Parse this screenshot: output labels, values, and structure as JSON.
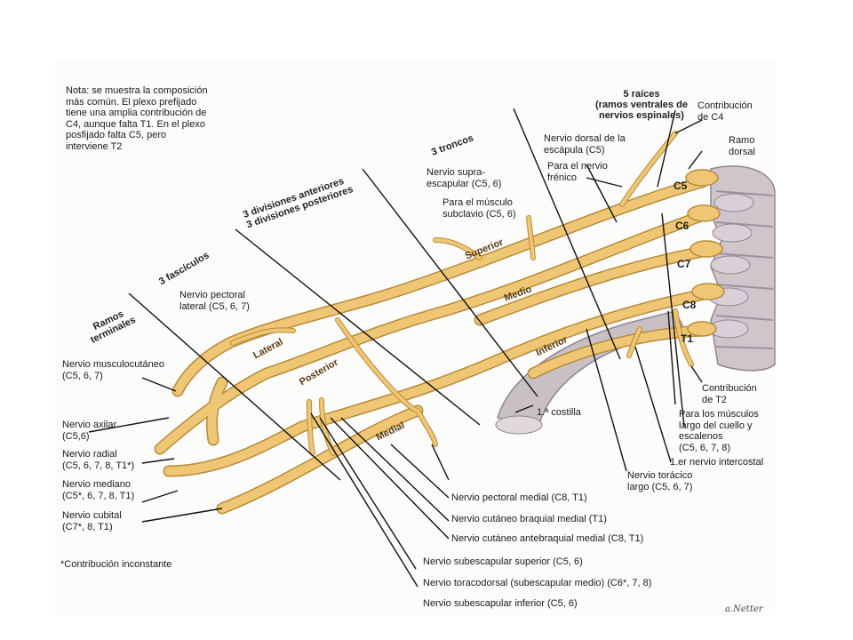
{
  "note": "Nota: se muestra la composición\nmás común. El plexo prefijado\ntiene una amplia contribución de\nC4, aunque falta T1. En el plexo\nposfijado falta C5, pero\ninterviene T2",
  "footnote": "*Contribución inconstante",
  "headings": {
    "roots": "5 raíces\n(ramos ventrales de\nnervios espinales)",
    "trunks": "3 troncos",
    "divisions": "3 divisiones anteriores\n3 divisiones posteriores",
    "cords": "3 fascículos",
    "terminals": "Ramos\nterminales"
  },
  "root_labels": [
    "C5",
    "C6",
    "C7",
    "C8",
    "T1"
  ],
  "trunk_labels": {
    "superior": "Superior",
    "medio": "Medio",
    "inferior": "Inferior"
  },
  "cord_labels": {
    "lateral": "Lateral",
    "posterior": "Posterior",
    "medial": "Medial"
  },
  "labels": {
    "contrib_c4": "Contribución\nde C4",
    "ramo_dorsal": "Ramo\ndorsal",
    "dorsal_escapula": "Nervio dorsal de la\nescápula (C5)",
    "frenico": "Para el nervio\nfrénico",
    "supraescapular": "Nervio supra-\nescapular (C5, 6)",
    "subclavio": "Para el músculo\nsubclavio (C5, 6)",
    "pectoral_lateral": "Nervio pectoral\nlateral (C5, 6, 7)",
    "musculocutaneo": "Nervio musculocutáneo\n(C5, 6, 7)",
    "axilar": "Nervio axilar\n(C5,6)",
    "radial": "Nervio radial\n(C5, 6, 7, 8, T1*)",
    "mediano": "Nervio mediano\n(C5*, 6, 7, 8, T1)",
    "cubital": "Nervio cubital\n(C7*, 8, T1)",
    "primera_costilla": "1.ª costilla",
    "contrib_t2": "Contribución\nde T2",
    "largo_cuello": "Para los músculos\nlargo del cuello y\nescalenos\n(C5, 6, 7, 8)",
    "intercostal": "1.er nervio intercostal",
    "toracico_largo": "Nervio torácico\nlargo (C5, 6, 7)",
    "pectoral_medial": "Nervio pectoral medial (C8, T1)",
    "cutaneo_braquial": "Nervio cutáneo braquial medial (T1)",
    "cutaneo_antebraquial": "Nervio cutáneo antebraquial medial (C8, T1)",
    "subescapular_superior": "Nervio subescapular superior (C5, 6)",
    "toracodorsal": "Nervio toracodorsal (subescapular medio) (C6*, 7, 8)",
    "subescapular_inferior": "Nervio subescapular inferior (C5, 6)"
  },
  "signature": "a.Netter",
  "colors": {
    "nerve": "#efc774",
    "nerve_edge": "#b88a3a",
    "bone": "#c9c0c6",
    "bone_edge": "#8f8590",
    "line": "#111111"
  }
}
